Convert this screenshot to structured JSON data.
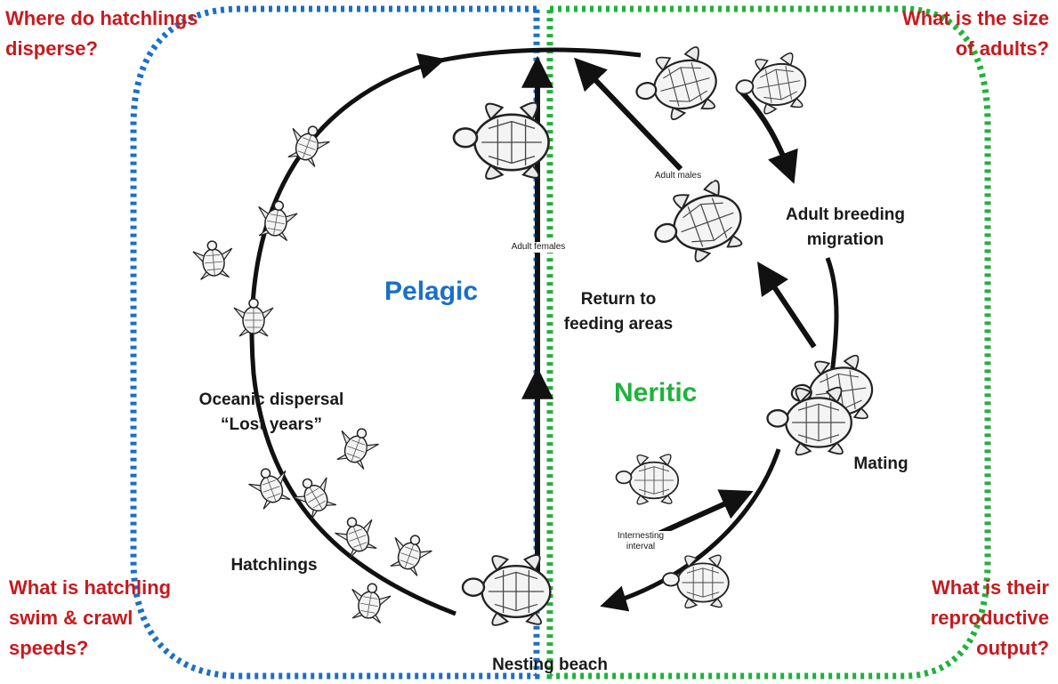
{
  "questions": {
    "top_left": "Where do hatchlings\ndisperse?",
    "top_right": "What is the size\nof adults?",
    "bottom_left": "What is hatchling\nswim & crawl\nspeeds?",
    "bottom_right": "What is their\nreproductive\noutput?"
  },
  "zones": {
    "pelagic": "Pelagic",
    "neritic": "Neritic"
  },
  "stages": {
    "oceanic_dispersal": "Oceanic dispersal\n“Lost years”",
    "hatchlings": "Hatchlings",
    "nesting_beach": "Nesting beach",
    "return_feeding": "Return to\nfeeding areas",
    "adult_breeding": "Adult breeding\nmigration",
    "mating": "Mating"
  },
  "small_labels": {
    "adult_males": "Adult males",
    "adult_females": "Adult females",
    "internesting": "Internesting\ninterval"
  },
  "colors": {
    "question_red": "#c8191e",
    "pelagic_blue": "#1a6fc9",
    "neritic_green": "#1fb23a",
    "arrow_black": "#111111"
  }
}
